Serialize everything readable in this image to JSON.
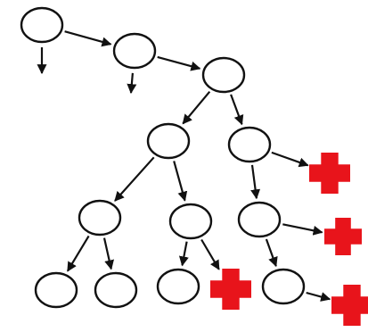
{
  "diagram": {
    "type": "tree-search",
    "node_shape": "circle",
    "terminal_marker": "red-cross",
    "colors": {
      "node_stroke": "#111111",
      "node_fill": "#ffffff",
      "edge": "#111111",
      "terminal": "#e8141b"
    },
    "nodes": [
      {
        "id": "n1"
      },
      {
        "id": "n2"
      },
      {
        "id": "n3"
      },
      {
        "id": "n4"
      },
      {
        "id": "n5"
      },
      {
        "id": "n6"
      },
      {
        "id": "n7"
      },
      {
        "id": "n8"
      },
      {
        "id": "n9"
      },
      {
        "id": "n10"
      },
      {
        "id": "n11"
      },
      {
        "id": "n12"
      }
    ],
    "terminals": [
      {
        "id": "x1"
      },
      {
        "id": "x2"
      },
      {
        "id": "x3"
      },
      {
        "id": "x4"
      }
    ],
    "edges": [
      {
        "from": "n1",
        "to": "n2"
      },
      {
        "from": "n1",
        "to": "open"
      },
      {
        "from": "n2",
        "to": "n3"
      },
      {
        "from": "n2",
        "to": "open"
      },
      {
        "from": "n3",
        "to": "n4"
      },
      {
        "from": "n3",
        "to": "n5"
      },
      {
        "from": "n4",
        "to": "n6"
      },
      {
        "from": "n4",
        "to": "n7"
      },
      {
        "from": "n5",
        "to": "x1"
      },
      {
        "from": "n5",
        "to": "n8"
      },
      {
        "from": "n6",
        "to": "n9"
      },
      {
        "from": "n6",
        "to": "n10"
      },
      {
        "from": "n7",
        "to": "n11"
      },
      {
        "from": "n7",
        "to": "x2"
      },
      {
        "from": "n8",
        "to": "x3"
      },
      {
        "from": "n8",
        "to": "n12"
      },
      {
        "from": "n12",
        "to": "x4"
      }
    ]
  }
}
